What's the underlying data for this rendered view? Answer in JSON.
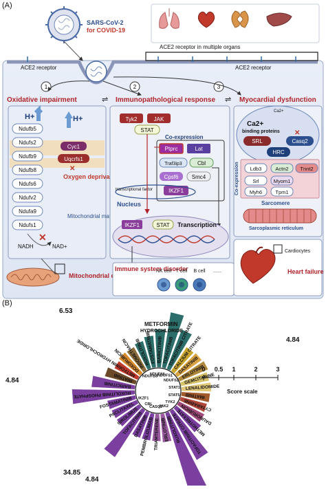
{
  "panelA": {
    "label": "(A)",
    "virus_title": "SARS-CoV-2",
    "virus_subtitle": "for COVID-19",
    "organs_caption": "ACE2 receptor in multiple organs",
    "ace2_left": "ACE2 receptor",
    "ace2_right": "ACE2 receptor",
    "steps": [
      "1",
      "2",
      "3"
    ],
    "col1": {
      "title": "Oxidative impairment",
      "hplus_1": "H+",
      "hplus_2": "H+",
      "genes": [
        "Ndufb5",
        "Ndufs2",
        "Ndufb9",
        "Ndufb8",
        "Ndufs6",
        "Ndufv2",
        "Ndufa9",
        "Ndufs1"
      ],
      "cyc1": "Cyc1",
      "uqcrfs1": "Uqcrfs1",
      "oxygen": "Oxygen deprivation",
      "matrix": "Mitochondrial matrix",
      "nadh": "NADH",
      "nad": "NAD+",
      "mito_label": "Mitochondrial dysfunction"
    },
    "col2": {
      "title": "Immunopathological response",
      "tyk2": "Tyk2",
      "jak": "JAK",
      "stat": "STAT",
      "coexpr": "Co-expression",
      "ptprc": "Ptprc",
      "lat": "Lat",
      "traf3ip3": "Traf3ip3",
      "cbl": "Cbl",
      "cpsf6": "Cpsf6",
      "smc4": "Smc4",
      "ikzf1": "IKZF1",
      "tf_label": "transcriptional factor",
      "nucleus": "Nucleus",
      "ikzf1_n": "IKZF1",
      "stat_n": "STAT",
      "transcription": "Transcription",
      "immune": "Immune system disorder",
      "cells": [
        "NK cell",
        "T cell",
        "B cell",
        "......"
      ]
    },
    "col3": {
      "title": "Myocardial dysfunction",
      "ca": "Ca2+",
      "ca_small": "Ca2+",
      "binding": "binding proteins",
      "srl": "SRL",
      "casq2": "Casq2",
      "hrc": "HRC",
      "coexpr_v": "Co-expression",
      "sarc_genes": [
        "Ldb3",
        "Actn2",
        "Tnnt2",
        "Srl",
        "Myom1",
        "Myh6",
        "Tpm1"
      ],
      "sarcomere": "Sarcomere",
      "sr_label": "Sarcoplasmic reticulum",
      "cardiocytes": "Cardiocytes",
      "hf": "Heart failure"
    }
  },
  "panelB": {
    "label": "(B)",
    "center_title_1": "METFORMIN",
    "center_title_2": "HYDROCHLORIDE",
    "scale_label": "Score scale",
    "scale_ticks": [
      "0",
      "0.5",
      "1",
      "2",
      "3"
    ],
    "value_labels": [
      "6.53",
      "4.84",
      "4.84",
      "34.85",
      "4.84"
    ],
    "targets": [
      "NDUFB8",
      "NDUFS6",
      "NDUFS1",
      "NDUFS2",
      "STAT1",
      "STAT5",
      "TYK2",
      "JAK2",
      "CASQ2",
      "CBL",
      "IKZF1"
    ],
    "drugs": [
      {
        "name": "RUXOLITINIB PHOSPHATE",
        "color": "#7b3fa0"
      },
      {
        "name": "BARICITINIB",
        "color": "#7b3fa0"
      },
      {
        "name": "IMATINIB",
        "color": "#6b4a2a"
      },
      {
        "name": "METFORMIN HYDROCHLORIDE",
        "color": "#c0392b"
      },
      {
        "name": "DOXORUBICIN",
        "color": "#d98b2b"
      },
      {
        "name": "INDOMETHACIN",
        "color": "#8a6d3b"
      },
      {
        "name": "RUXOLITINIB",
        "color": "#2c6e6a"
      },
      {
        "name": "FOSTAMATINIB",
        "color": "#2c6e6a"
      },
      {
        "name": "BARICITINIB",
        "color": "#2c6e6a"
      },
      {
        "name": "TOFACITINIB",
        "color": "#2c6e6a"
      },
      {
        "name": "TOFACITINIB CITRATE",
        "color": "#2c6e6a"
      },
      {
        "name": "CALCIUM CITRATE",
        "color": "#c9a52b"
      },
      {
        "name": "DASATINIB",
        "color": "#d9a441"
      },
      {
        "name": "ERLOTINIB",
        "color": "#b08a3a"
      },
      {
        "name": "GEMCITABINE",
        "color": "#d9c36a"
      },
      {
        "name": "LENALIDOMIDE",
        "color": "#e0c878"
      },
      {
        "name": "IMATINIB",
        "color": "#a05a2c"
      },
      {
        "name": "CYTARABINE",
        "color": "#b0483a"
      },
      {
        "name": "DAUNORUBICIN",
        "color": "#a04a7a"
      },
      {
        "name": "METHOTREXATE",
        "color": "#7b3fa0"
      },
      {
        "name": "TOFACITINIB CITRATE",
        "color": "#7b3fa0"
      },
      {
        "name": "RUXOLITINIB",
        "color": "#7b3fa0"
      },
      {
        "name": "ERLOTINIB",
        "color": "#9a5aa0"
      },
      {
        "name": "TRIAMTERENE",
        "color": "#9a5aa0"
      },
      {
        "name": "PEMBROLIZUMAB",
        "color": "#7b3fa0"
      },
      {
        "name": "DASATINIB",
        "color": "#7b3fa0"
      },
      {
        "name": "TOFACITINIB",
        "color": "#7b3fa0"
      },
      {
        "name": "SIROLIMUS",
        "color": "#7b3fa0"
      },
      {
        "name": "PACLITAXEL",
        "color": "#7b3fa0"
      },
      {
        "name": "FOSTAMATINIB",
        "color": "#7b3fa0"
      }
    ],
    "bar_scores": [
      6.53,
      2.4,
      0.9,
      0.4,
      0.5,
      0.45,
      0.6,
      0.9,
      1.6,
      4.84,
      2.2,
      0.6,
      0.7,
      0.8,
      0.6,
      0.7,
      0.6,
      0.5,
      0.6,
      0.9,
      4.84,
      34.85,
      0.6,
      0.5,
      0.5,
      0.5,
      4.84,
      0.5,
      0.5,
      0.6
    ]
  }
}
